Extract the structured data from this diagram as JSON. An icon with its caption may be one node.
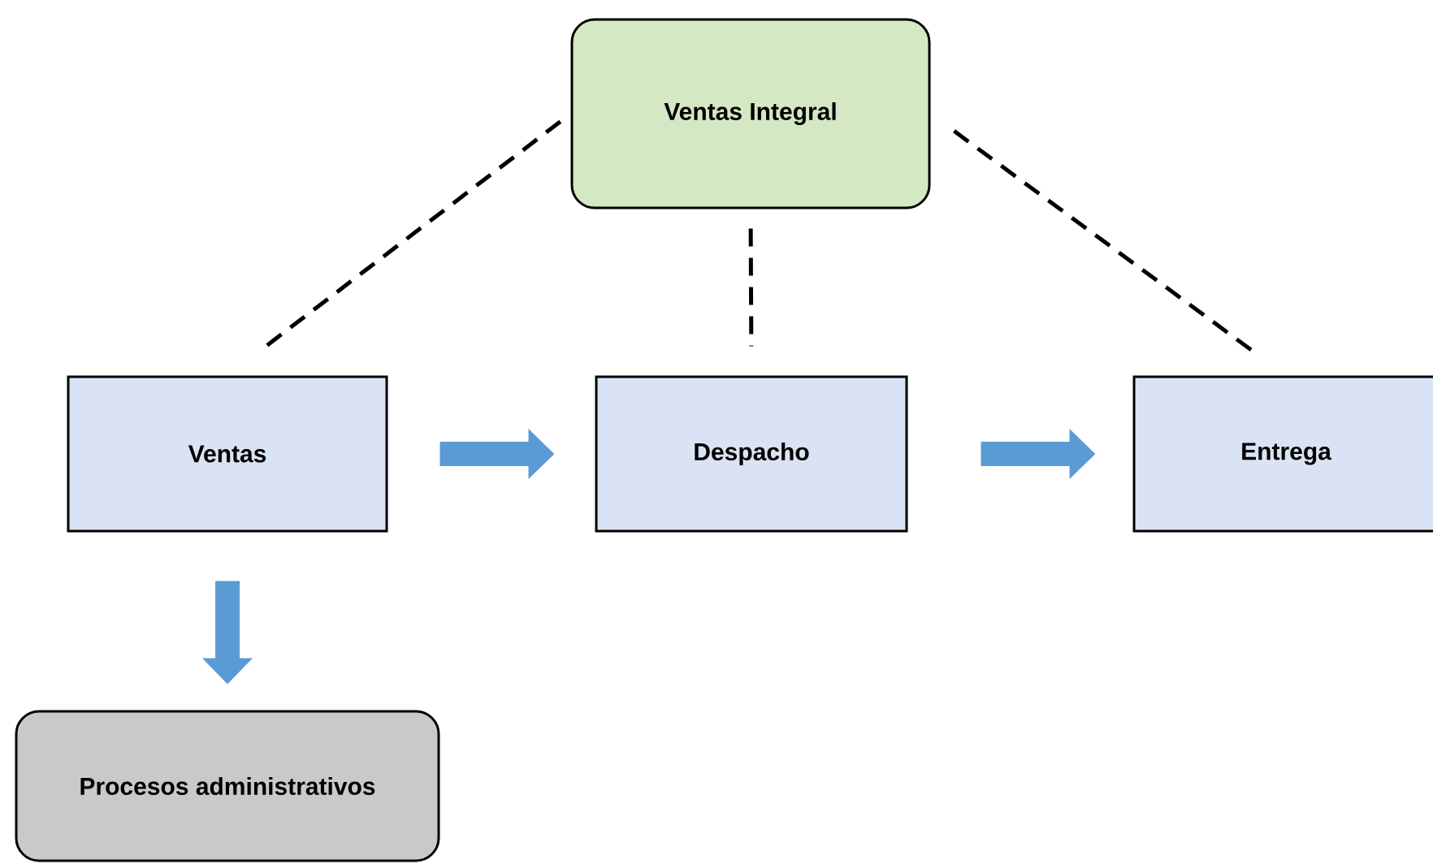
{
  "diagram": {
    "nodes": [
      {
        "text": [
          "Ventas Integral"
        ]
      },
      {
        "text": [
          "Ventas"
        ]
      },
      {
        "text": [
          "Despacho"
        ]
      },
      {
        "text": [
          "Entrega"
        ]
      },
      {
        "text": [
          "Procesos administrativos"
        ]
      }
    ],
    "edges": [
      {
        "from": 0,
        "to": 1,
        "arrow": "none",
        "style": "dashed"
      },
      {
        "from": 0,
        "to": 2,
        "arrow": "none",
        "style": "dashed"
      },
      {
        "from": 0,
        "to": 3,
        "arrow": "none",
        "style": "dashed"
      },
      {
        "from": 1,
        "to": 2,
        "arrow": "to",
        "style": "thick",
        "color": "#5b9bd5"
      },
      {
        "from": 2,
        "to": 3,
        "arrow": "to",
        "style": "thick",
        "color": "#5b9bd5"
      },
      {
        "from": 1,
        "to": 4,
        "arrow": "to",
        "style": "thick",
        "color": "#5b9bd5"
      }
    ]
  }
}
